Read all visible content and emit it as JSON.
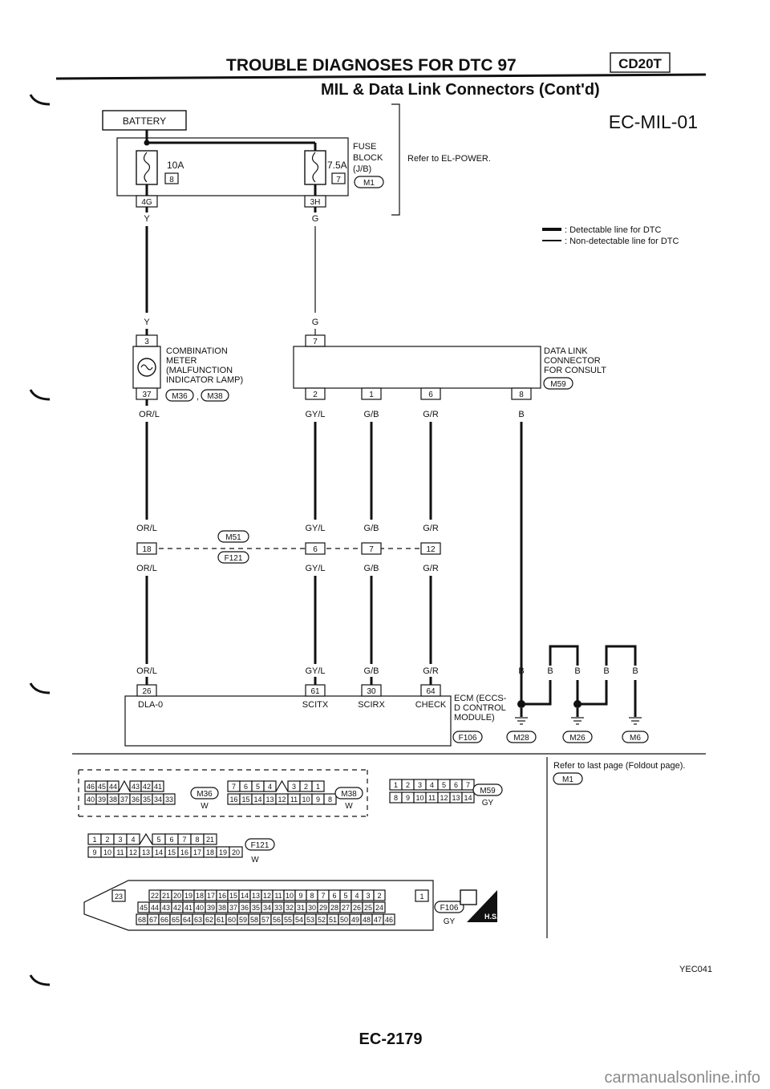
{
  "header": {
    "title": "TROUBLE DIAGNOSES FOR DTC 97",
    "subtitle": "MIL & Data Link Connectors (Cont'd)",
    "engine_badge": "CD20T",
    "diagram_id": "EC-MIL-01"
  },
  "power": {
    "battery_label": "BATTERY",
    "fuse_left": {
      "rating": "10A",
      "number": "8",
      "connector": "4G",
      "wire": "Y"
    },
    "fuse_right": {
      "rating": "7.5A",
      "number": "7",
      "connector": "3H",
      "wire": "G"
    },
    "fuse_block_label": [
      "FUSE",
      "BLOCK",
      "(J/B)"
    ],
    "fuse_block_connector": "M1",
    "refer": "Refer to EL-POWER."
  },
  "legend": {
    "detectable": ": Detectable line for DTC",
    "non_detectable": ": Non-detectable line for DTC"
  },
  "meter": {
    "pin_top": "3",
    "pin_bottom": "37",
    "label": [
      "COMBINATION",
      "METER",
      "(MALFUNCTION",
      "INDICATOR LAMP)"
    ],
    "connectors": [
      "M36",
      "M38"
    ],
    "wire_in": "Y",
    "wire_out": "OR/L"
  },
  "data_link": {
    "label": [
      "DATA LINK",
      "CONNECTOR",
      "FOR CONSULT"
    ],
    "connector": "M59",
    "pin_top": "7",
    "wire_in": "G",
    "pins": [
      {
        "pin": "2",
        "wire": "GY/L"
      },
      {
        "pin": "1",
        "wire": "G/B"
      },
      {
        "pin": "6",
        "wire": "G/R"
      },
      {
        "pin": "8",
        "wire": "B"
      }
    ]
  },
  "joint": {
    "connector_top": "M51",
    "connector_bottom": "F121",
    "pins": [
      {
        "pin": "18",
        "wire_top": "OR/L",
        "wire_bottom": "OR/L"
      },
      {
        "pin": "6",
        "wire_top": "GY/L",
        "wire_bottom": "GY/L"
      },
      {
        "pin": "7",
        "wire_top": "G/B",
        "wire_bottom": "G/B"
      },
      {
        "pin": "12",
        "wire_top": "G/R",
        "wire_bottom": "G/R"
      }
    ]
  },
  "ecm": {
    "label": [
      "ECM (ECCS-",
      "D CONTROL",
      "MODULE)"
    ],
    "connector": "F106",
    "terminals": [
      {
        "pin": "26",
        "wire": "OR/L",
        "name": "DLA-0"
      },
      {
        "pin": "61",
        "wire": "GY/L",
        "name": "SCITX"
      },
      {
        "pin": "30",
        "wire": "G/B",
        "name": "SCIRX"
      },
      {
        "pin": "64",
        "wire": "G/R",
        "name": "CHECK"
      }
    ]
  },
  "grounds": {
    "wires": [
      "B",
      "B",
      "B",
      "B",
      "B"
    ],
    "connectors": [
      "M28",
      "M26",
      "M6"
    ]
  },
  "foldout": {
    "refer": "Refer to last page (Foldout page).",
    "connector": "M1"
  },
  "connector_views": {
    "m36": {
      "code": "M36",
      "color": "W",
      "top": [
        "46",
        "45",
        "44",
        "",
        "43",
        "42",
        "41"
      ],
      "bottom": [
        "40",
        "39",
        "38",
        "37",
        "36",
        "35",
        "34",
        "33"
      ]
    },
    "m38": {
      "code": "M38",
      "color": "W",
      "top": [
        "7",
        "6",
        "5",
        "4",
        "",
        "3",
        "2",
        "1"
      ],
      "bottom": [
        "16",
        "15",
        "14",
        "13",
        "12",
        "11",
        "10",
        "9",
        "8"
      ]
    },
    "m59": {
      "code": "M59",
      "color": "GY",
      "top": [
        "1",
        "2",
        "3",
        "4",
        "5",
        "6",
        "7"
      ],
      "bottom": [
        "8",
        "9",
        "10",
        "11",
        "12",
        "13",
        "14"
      ]
    },
    "f121": {
      "code": "F121",
      "color": "W",
      "top": [
        "1",
        "2",
        "3",
        "4",
        "",
        "5",
        "6",
        "7",
        "8",
        "21"
      ],
      "bottom": [
        "9",
        "10",
        "11",
        "12",
        "13",
        "14",
        "15",
        "16",
        "17",
        "18",
        "19",
        "20"
      ]
    },
    "f106": {
      "code": "F106",
      "color": "GY",
      "left": "23",
      "right": "1",
      "row1": [
        "22",
        "21",
        "20",
        "19",
        "18",
        "17",
        "16",
        "15",
        "14",
        "13",
        "12",
        "11",
        "10",
        "9",
        "8",
        "7",
        "6",
        "5",
        "4",
        "3",
        "2"
      ],
      "row2": [
        "45",
        "44",
        "43",
        "42",
        "41",
        "40",
        "39",
        "38",
        "37",
        "36",
        "35",
        "34",
        "33",
        "32",
        "31",
        "30",
        "29",
        "28",
        "27",
        "26",
        "25",
        "24"
      ],
      "row3": [
        "68",
        "67",
        "66",
        "65",
        "64",
        "63",
        "62",
        "61",
        "60",
        "59",
        "58",
        "57",
        "56",
        "55",
        "54",
        "53",
        "52",
        "51",
        "50",
        "49",
        "48",
        "47",
        "46"
      ],
      "hs": "H.S."
    }
  },
  "footer": {
    "code": "YEC041",
    "page": "EC-2179",
    "watermark": "carmanualsonline.info"
  }
}
